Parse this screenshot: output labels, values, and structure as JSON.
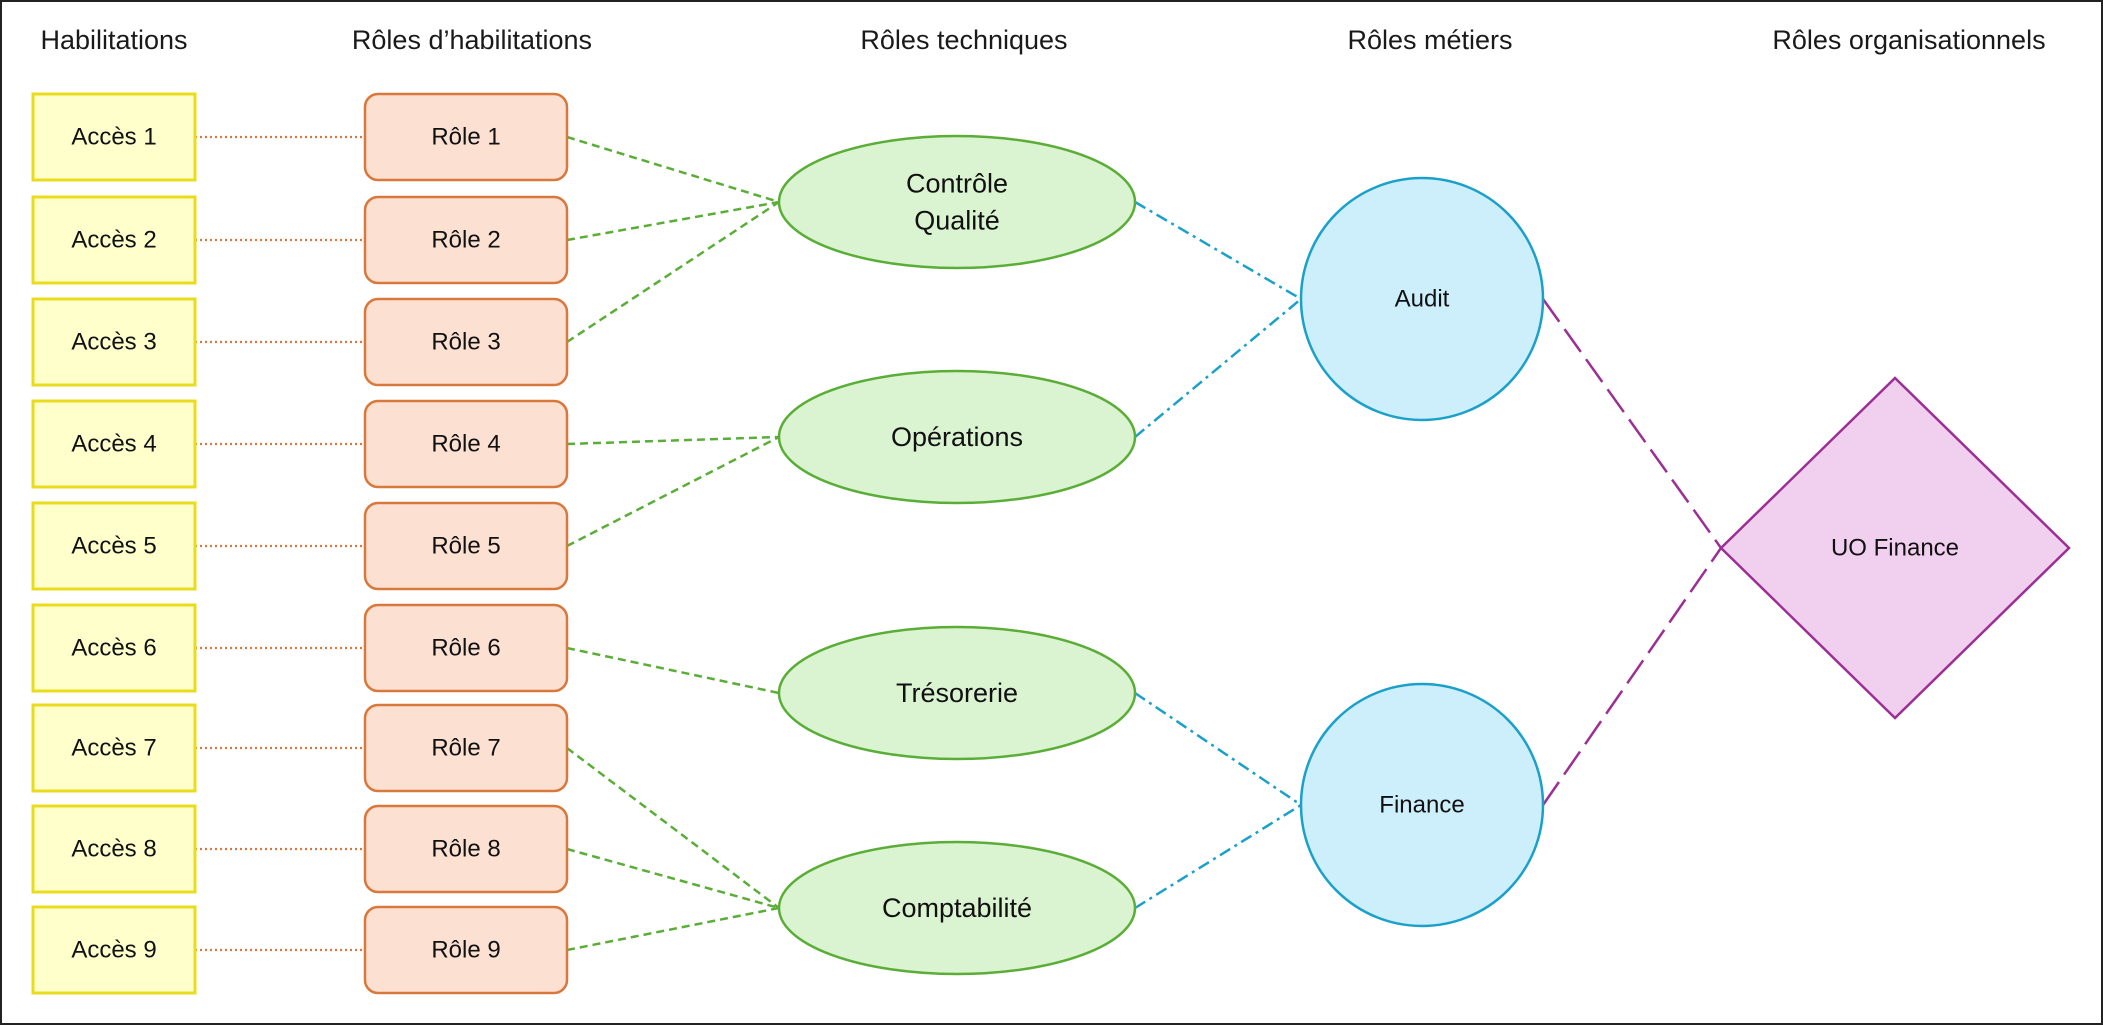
{
  "headers": {
    "habilitations": "Habilitations",
    "roles_habilitations": "Rôles d’habilitations",
    "roles_techniques": "Rôles techniques",
    "roles_metiers": "Rôles métiers",
    "roles_organisationnels": "Rôles organisationnels"
  },
  "acces": [
    "Accès 1",
    "Accès 2",
    "Accès 3",
    "Accès 4",
    "Accès 5",
    "Accès 6",
    "Accès 7",
    "Accès 8",
    "Accès 9"
  ],
  "roles": [
    "Rôle 1",
    "Rôle 2",
    "Rôle 3",
    "Rôle 4",
    "Rôle 5",
    "Rôle 6",
    "Rôle 7",
    "Rôle 8",
    "Rôle 9"
  ],
  "technical_roles": [
    {
      "id": "controle-qualite",
      "lines": [
        "Contrôle",
        "Qualité"
      ]
    },
    {
      "id": "operations",
      "lines": [
        "Opérations"
      ]
    },
    {
      "id": "tresorerie",
      "lines": [
        "Trésorerie"
      ]
    },
    {
      "id": "comptabilite",
      "lines": [
        "Comptabilité"
      ]
    }
  ],
  "business_roles": [
    {
      "id": "audit",
      "label": "Audit"
    },
    {
      "id": "finance",
      "label": "Finance"
    }
  ],
  "org_role": {
    "id": "uo-finance",
    "label": "UO Finance"
  },
  "links": {
    "role_to_technical": [
      [
        0,
        0
      ],
      [
        1,
        0
      ],
      [
        2,
        0
      ],
      [
        3,
        1
      ],
      [
        4,
        1
      ],
      [
        5,
        2
      ],
      [
        6,
        3
      ],
      [
        7,
        3
      ],
      [
        8,
        3
      ]
    ],
    "technical_to_business": [
      [
        0,
        0
      ],
      [
        1,
        0
      ],
      [
        2,
        1
      ],
      [
        3,
        1
      ]
    ],
    "business_to_org": [
      0,
      1
    ]
  },
  "colors": {
    "acces_fill": "#FFFFCC",
    "acces_stroke": "#E8DC1C",
    "role_fill": "#FCE1D3",
    "role_stroke": "#D9783D",
    "tech_fill": "#DAF3D1",
    "tech_stroke": "#5AAE37",
    "biz_fill": "#CDEEFB",
    "biz_stroke": "#1BA0C9",
    "org_fill": "#F1CFEF",
    "org_stroke": "#9B2F94",
    "acces_link": "#D9783D",
    "tech_link": "#5AAE37",
    "biz_link": "#1BA0C9",
    "org_link": "#9B2F94"
  }
}
